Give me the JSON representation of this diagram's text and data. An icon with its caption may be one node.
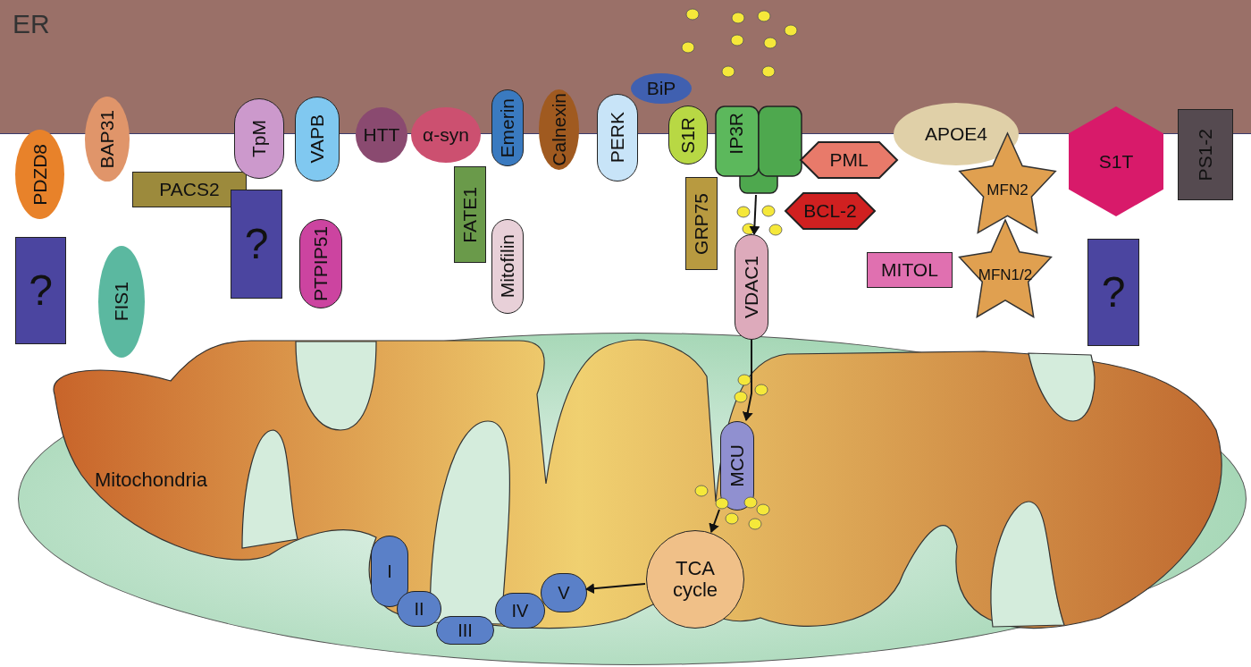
{
  "diagram": {
    "nodes": [
      {
        "text": [
          "ER"
        ]
      },
      {
        "text": [
          "Mitochondria"
        ]
      },
      {
        "text": [
          "PDZD8"
        ]
      },
      {
        "text": [
          "BAP31"
        ]
      },
      {
        "text": [
          "PACS2"
        ]
      },
      {
        "text": [
          "?"
        ]
      },
      {
        "text": [
          "FIS1"
        ]
      },
      {
        "text": [
          "TpM"
        ]
      },
      {
        "text": [
          "?"
        ]
      },
      {
        "text": [
          "VAPB"
        ]
      },
      {
        "text": [
          "PTPIP51"
        ]
      },
      {
        "text": [
          "HTT"
        ]
      },
      {
        "text": [
          "α-syn"
        ]
      },
      {
        "text": [
          "FATE1"
        ]
      },
      {
        "text": [
          "Emerin"
        ]
      },
      {
        "text": [
          "Mitofilin"
        ]
      },
      {
        "text": [
          "Calnexin"
        ]
      },
      {
        "text": [
          "PERK"
        ]
      },
      {
        "text": [
          "BiP"
        ],
        "in": 0
      },
      {
        "text": [
          "S1R"
        ]
      },
      {
        "text": [
          "IP3R"
        ]
      },
      {
        "text": [
          "GRP75"
        ]
      },
      {
        "text": [
          "PML"
        ]
      },
      {
        "text": [
          "BCL-2"
        ]
      },
      {
        "text": [
          "VDAC1"
        ]
      },
      {
        "text": [
          "APOE4"
        ]
      },
      {
        "text": [
          "MFN2"
        ]
      },
      {
        "text": [
          "S1T"
        ]
      },
      {
        "text": [
          "PS1-2"
        ]
      },
      {
        "text": [
          "MITOL"
        ]
      },
      {
        "text": [
          "MFN1/2"
        ]
      },
      {
        "text": [
          "?"
        ]
      },
      {
        "text": [
          "MCU"
        ],
        "in": 1
      },
      {
        "text": [
          "TCA cycle"
        ],
        "in": 1
      },
      {
        "text": [
          "I"
        ],
        "in": 1
      },
      {
        "text": [
          "II"
        ],
        "in": 1
      },
      {
        "text": [
          "III"
        ],
        "in": 1
      },
      {
        "text": [
          "IV"
        ],
        "in": 1
      },
      {
        "text": [
          "V"
        ],
        "in": 1
      }
    ],
    "edges": [
      {
        "from": 20,
        "to": 24,
        "arrow": "to"
      },
      {
        "from": 24,
        "to": 32,
        "arrow": "to"
      },
      {
        "from": 32,
        "to": 33,
        "arrow": "to"
      },
      {
        "from": 33,
        "to": 38,
        "arrow": "to"
      }
    ]
  }
}
